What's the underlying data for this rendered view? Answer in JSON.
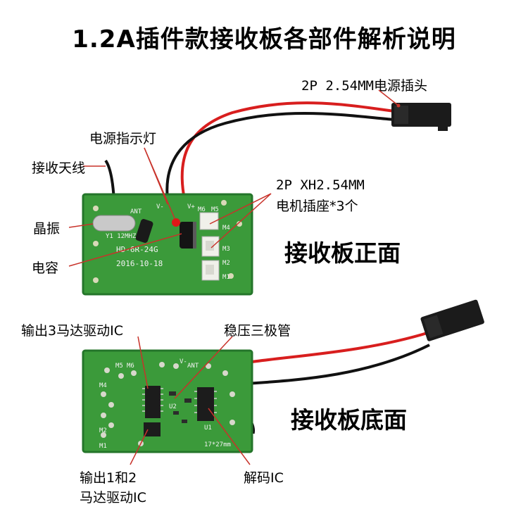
{
  "title": "1.2A插件款接收板各部件解析说明",
  "front": {
    "caption": "接收板正面",
    "labels": {
      "power_plug": "2P 2.54MM电源插头",
      "power_led": "电源指示灯",
      "antenna": "接收天线",
      "motor_socket_line1": "2P XH2.54MM",
      "motor_socket_line2": "电机插座*3个",
      "crystal": "晶振",
      "capacitor": "电容"
    },
    "silkscreen": {
      "model": "HD-6R-24G",
      "date": "2016-10-18",
      "crystal_text": "Y1 12MHZ",
      "ant": "ANT",
      "v_minus": "V-",
      "v_plus": "V+",
      "m6": "M6",
      "m5": "M5",
      "m4": "M4",
      "m3": "M3",
      "m2": "M2",
      "m1": "M1"
    }
  },
  "back": {
    "caption": "接收板底面",
    "labels": {
      "driver_3": "输出3马达驱动IC",
      "regulator": "稳压三极管",
      "driver_12_line1": "输出1和2",
      "driver_12_line2": "马达驱动IC",
      "decoder": "解码IC"
    },
    "silkscreen": {
      "size": "17*27mm",
      "m6": "M6",
      "m5": "M5",
      "m4": "M4",
      "m2": "M2",
      "m1": "M1",
      "ant": "ANT",
      "v": "V-",
      "u1": "U1",
      "u2": "U2"
    }
  },
  "colors": {
    "pcb": "#3b9a3a",
    "pcb_dark": "#24752a",
    "wire_red": "#d81e1e",
    "wire_black": "#111111",
    "callout": "#c8322a",
    "connector": "#1b1b1b",
    "white_socket": "#f0f0ea",
    "chip": "#1c1c1c"
  }
}
